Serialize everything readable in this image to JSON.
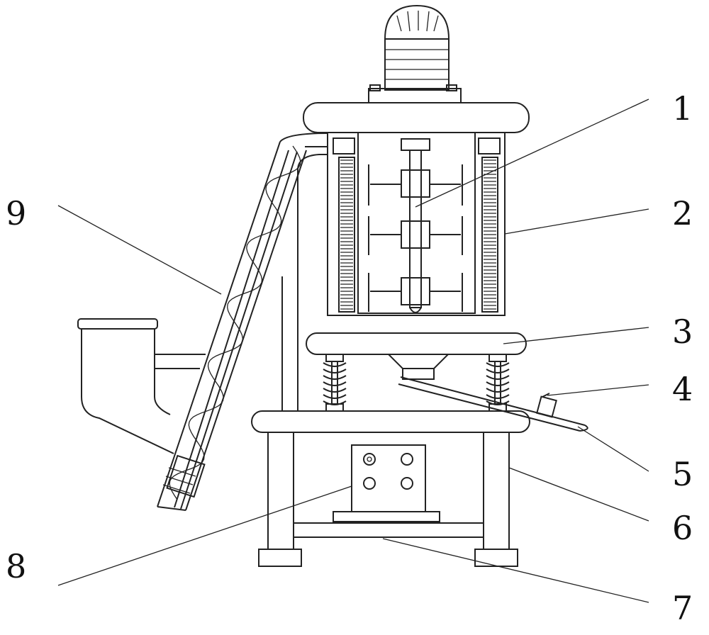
{
  "labels": {
    "l1": "1",
    "l2": "2",
    "l3": "3",
    "l4": "4",
    "l5": "5",
    "l6": "6",
    "l7": "7",
    "l8": "8",
    "l9": "9"
  },
  "colors": {
    "stroke": "#222222",
    "background": "#ffffff"
  }
}
